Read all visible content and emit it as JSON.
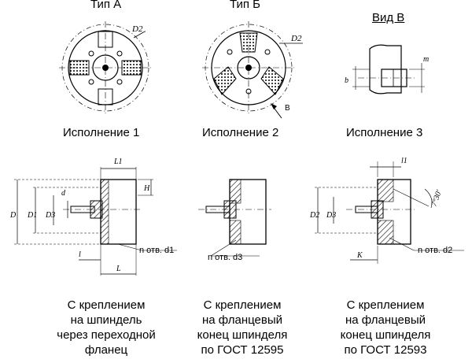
{
  "top": {
    "type_a": "Тип А",
    "type_b": "Тип Б",
    "view_v": "Вид В",
    "label_d2_a": "D2",
    "label_d2_b": "D2",
    "label_b_arrow": "В",
    "label_m": "m",
    "label_b": "b"
  },
  "variants": [
    {
      "title": "Исполнение 1"
    },
    {
      "title": "Исполнение 2"
    },
    {
      "title": "Исполнение 3"
    }
  ],
  "section1": {
    "L1": "L1",
    "H": "H",
    "D": "D",
    "D1": "D1",
    "D3": "D3",
    "d": "d",
    "l": "l",
    "L": "L",
    "holes": "n отв. d1"
  },
  "section2": {
    "holes": "n отв. d3"
  },
  "section3": {
    "l1": "l1",
    "D2": "D2",
    "D3": "D3",
    "K": "K",
    "angle": "7°30'",
    "holes": "n отв. d2"
  },
  "captions": [
    {
      "lines": [
        "С креплением",
        "на шпиндель",
        "через переходной",
        "фланец"
      ]
    },
    {
      "lines": [
        "С креплением",
        "на фланцевый",
        "конец шпинделя",
        "по ГОСТ 12595"
      ]
    },
    {
      "lines": [
        "С креплением",
        "на фланцевый",
        "конец шпинделя",
        "по ГОСТ 12593"
      ]
    }
  ]
}
